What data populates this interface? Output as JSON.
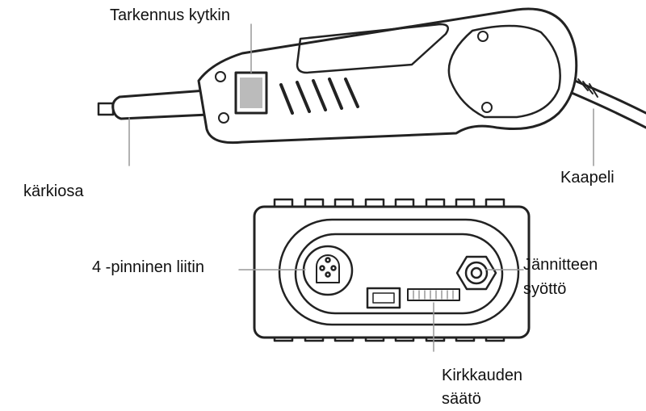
{
  "labels": {
    "focus_switch": "Tarkennus kytkin",
    "tip": "kärkiosa",
    "cable": "Kaapeli",
    "connector": "4 -pinninen liitin",
    "power_line1": "Jännitteen",
    "power_line2": "syöttö",
    "brightness_line1": "Kirkkauden",
    "brightness_line2": "säätö"
  },
  "colors": {
    "line": "#222222",
    "leader": "#999999",
    "switch": "#bbbbbb"
  }
}
